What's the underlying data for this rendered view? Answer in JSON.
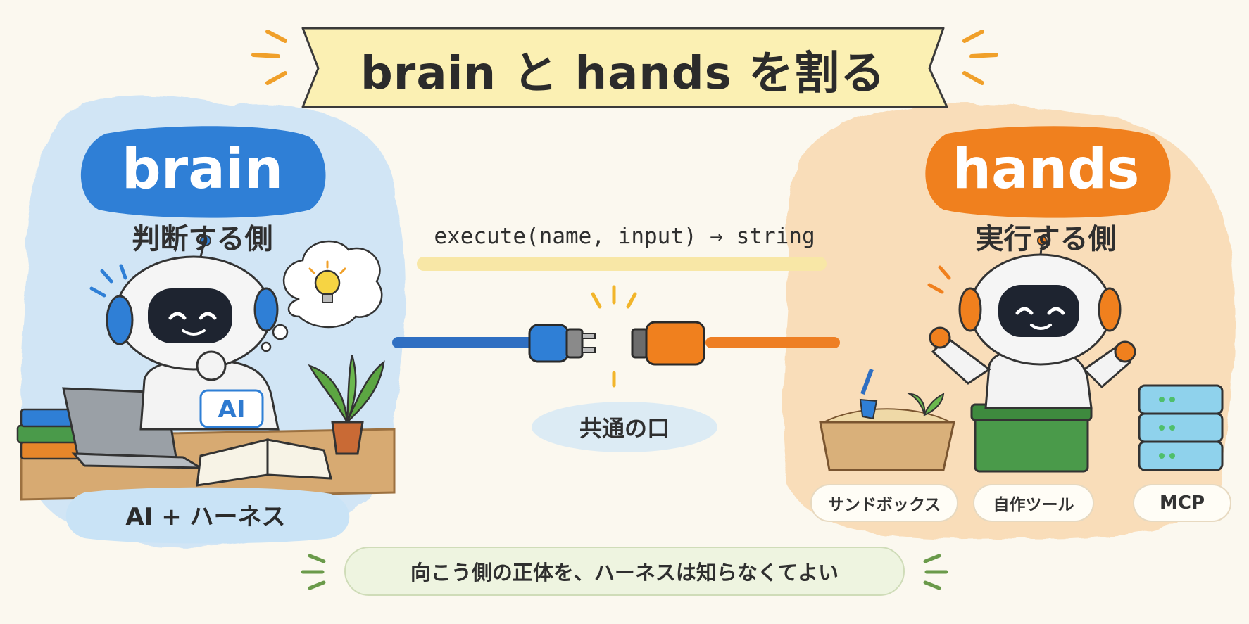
{
  "title": "brain と hands を割る",
  "brain": {
    "name": "brain",
    "subtitle": "判断する側",
    "chest_label": "AI",
    "label": "AI + ハーネス",
    "color": "#2f7fd6"
  },
  "hands": {
    "name": "hands",
    "subtitle": "実行する側",
    "color": "#f0801e",
    "tools": [
      "サンドボックス",
      "自作ツール",
      "MCP"
    ]
  },
  "interface": {
    "signature": "execute(name, input) → string",
    "caption": "共通の口"
  },
  "footer": "向こう側の正体を、ハーネスは知らなくてよい"
}
